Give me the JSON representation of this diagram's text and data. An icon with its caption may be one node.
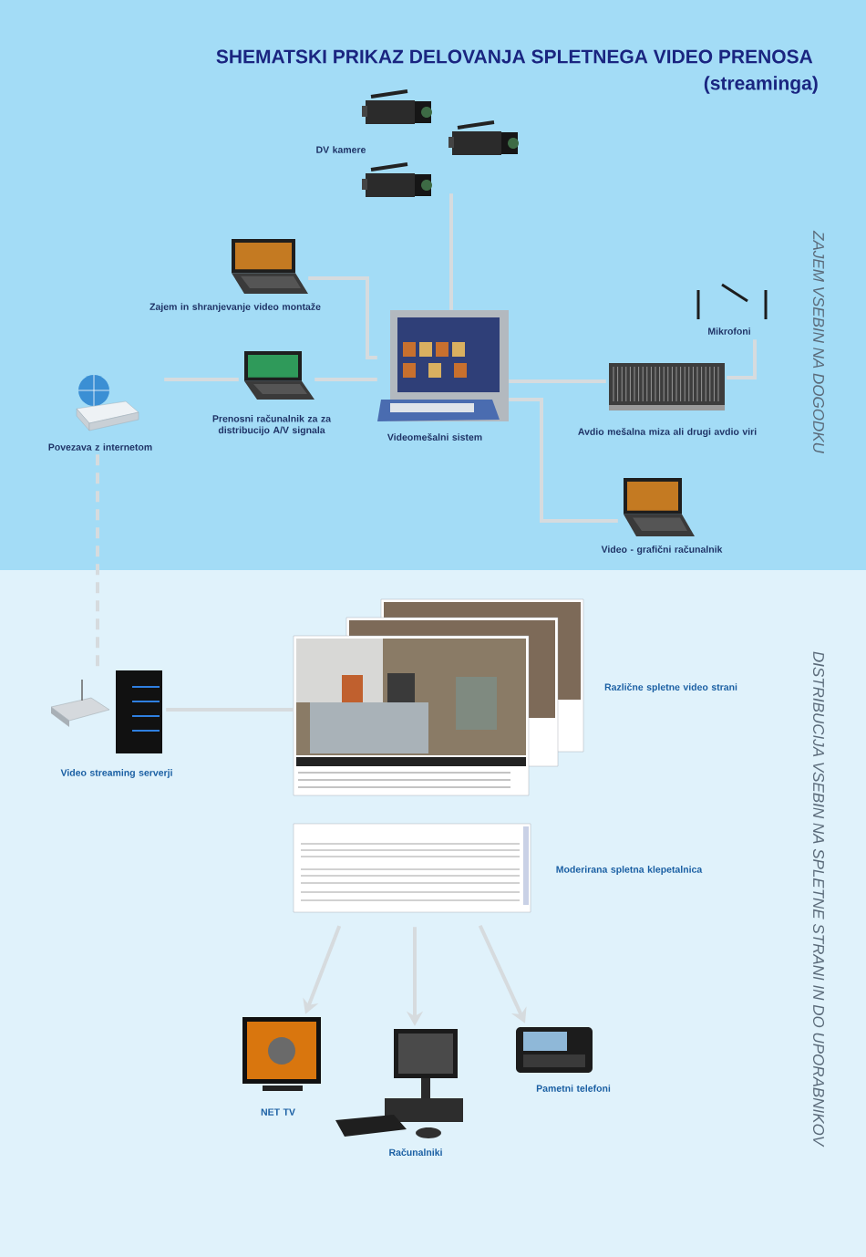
{
  "diagram": {
    "title": "SHEMATSKI PRIKAZ DELOVANJA SPLETNEGA VIDEO PRENOSA",
    "nodes": [
      {
        "text": [
          "DV kamere"
        ]
      },
      {
        "text": [
          "Zajem in shranjevanje video montaže"
        ]
      },
      {
        "text": [
          "Prenosni računalnik za za distribucijo A/V signala"
        ]
      },
      {
        "text": [
          "Povezava z internetom"
        ]
      },
      {
        "text": [
          "Videomešalni sistem"
        ]
      },
      {
        "text": [
          "Mikrofoni"
        ]
      },
      {
        "text": [
          "Avdio mešalna miza ali drugi avdio viri"
        ]
      },
      {
        "text": [
          "Video - grafični računalnik"
        ]
      },
      {
        "text": [
          "Video streaming serverji"
        ]
      },
      {
        "text": [
          "Različne spletne video strani"
        ]
      },
      {
        "text": [
          "Moderirana spletna klepetalnica"
        ]
      },
      {
        "text": [
          "NET TV"
        ]
      },
      {
        "text": [
          "Računalniki"
        ]
      },
      {
        "text": [
          "Pametni telefoni"
        ]
      }
    ],
    "edges": [
      {
        "from": 0,
        "to": 4,
        "arrow": "none"
      },
      {
        "from": 1,
        "to": 4,
        "arrow": "none"
      },
      {
        "from": 2,
        "to": 4,
        "arrow": "none"
      },
      {
        "from": 3,
        "to": 2,
        "arrow": "none"
      },
      {
        "from": 4,
        "to": 6,
        "arrow": "none"
      },
      {
        "from": 5,
        "to": 6,
        "arrow": "none"
      },
      {
        "from": 4,
        "to": 7,
        "arrow": "none"
      },
      {
        "from": 3,
        "to": 8,
        "arrow": "none",
        "style": "dashed"
      },
      {
        "from": 8,
        "to": 9,
        "arrow": "none"
      },
      {
        "from": 10,
        "to": 11,
        "arrow": "to"
      },
      {
        "from": 10,
        "to": 12,
        "arrow": "to"
      },
      {
        "from": 10,
        "to": 13,
        "arrow": "to"
      }
    ],
    "labels": [
      "(streaminga)",
      "ZAJEM VSEBIN NA DOGODKU",
      "DISTRIBUCIJA VSEBIN NA SPLETNE STRANI IN DO UPORABNIKOV"
    ]
  }
}
